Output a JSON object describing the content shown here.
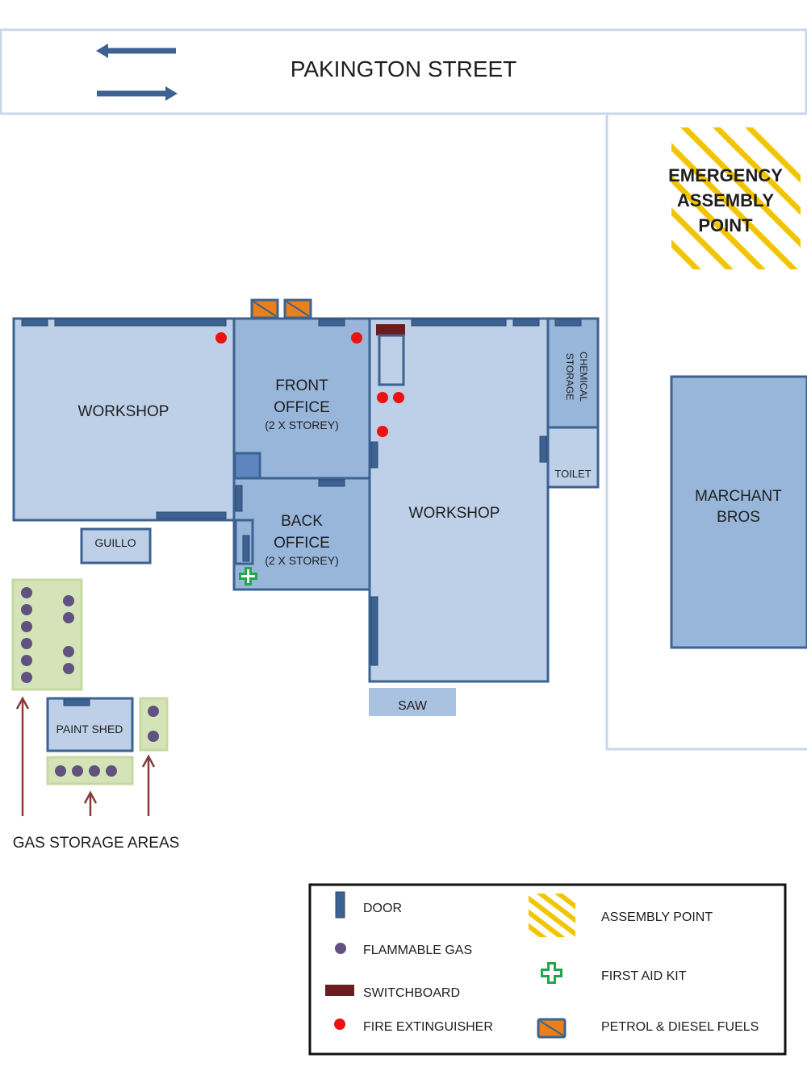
{
  "street": {
    "name": "PAKINGTON STREET"
  },
  "assembly_point": {
    "line1": "EMERGENCY",
    "line2": "ASSEMBLY",
    "line3": "POINT"
  },
  "rooms": {
    "workshop_left": "WORKSHOP",
    "front_office_l1": "FRONT",
    "front_office_l2": "OFFICE",
    "front_office_l3": "(2 X STOREY)",
    "back_office_l1": "BACK",
    "back_office_l2": "OFFICE",
    "back_office_l3": "(2 X STOREY)",
    "workshop_main": "WORKSHOP",
    "chemical_storage_l1": "CHEMICAL",
    "chemical_storage_l2": "STORAGE",
    "toilet": "TOILET",
    "guillo": "GUILLO",
    "saw": "SAW",
    "paint_shed": "PAINT SHED",
    "marchant_bros_l1": "MARCHANT",
    "marchant_bros_l2": "BROS"
  },
  "gas_storage_label": "GAS STORAGE AREAS",
  "legend": {
    "door": "DOOR",
    "flammable_gas": "FLAMMABLE GAS",
    "switchboard": "SWITCHBOARD",
    "fire_extinguisher": "FIRE EXTINGUISHER",
    "assembly_point": "ASSEMBLY POINT",
    "first_aid_kit": "FIRST AID KIT",
    "petrol_diesel": "PETROL & DIESEL FUELS"
  },
  "colors": {
    "room_fill": "#bdd0e8",
    "room_dark_fill": "#98b5da",
    "outline": "#3c6291",
    "extinguisher": "#ee1111",
    "flammable_gas": "#61517e",
    "gas_zone": "#d4e4b8",
    "switchboard": "#6b1d1d",
    "first_aid": "#1fa84a",
    "fuel": "#e8801c",
    "assembly_stripes": "#f2c500"
  },
  "icons": [
    "door-icon",
    "flammable-gas-icon",
    "switchboard-icon",
    "fire-extinguisher-icon",
    "assembly-point-icon",
    "first-aid-icon",
    "fuel-icon",
    "traffic-arrow-icon"
  ]
}
